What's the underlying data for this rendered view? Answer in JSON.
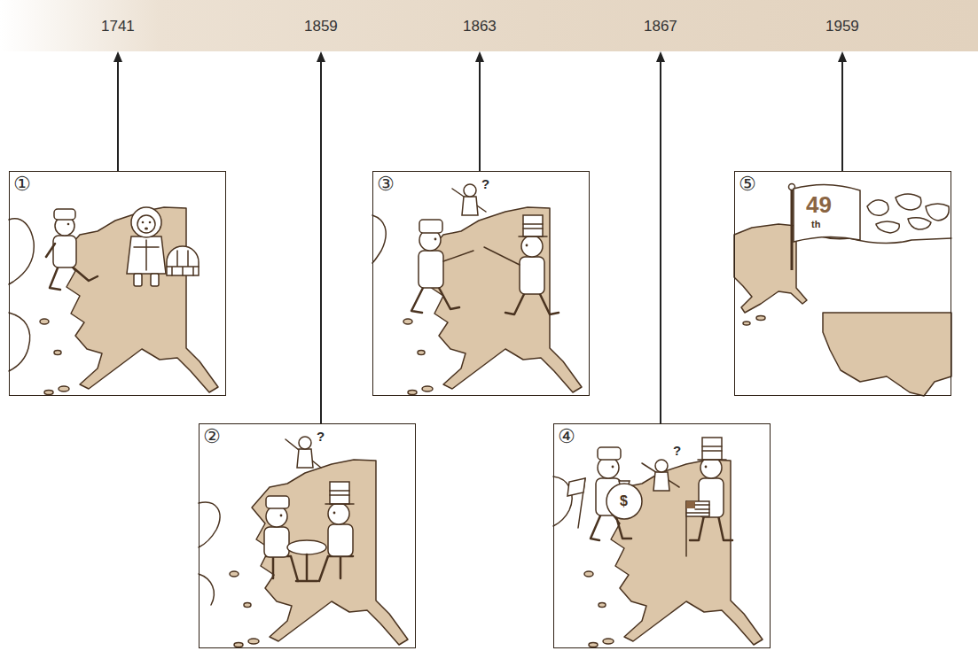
{
  "diagram": {
    "nodes": [
      {
        "text": [
          "1741",
          "1859",
          "1863",
          "1867",
          "1959"
        ]
      },
      {
        "text": [
          "①"
        ]
      },
      {
        "text": [
          "②",
          "?"
        ]
      },
      {
        "text": [
          "③",
          "?"
        ]
      },
      {
        "text": [
          "④",
          "?",
          "$"
        ]
      },
      {
        "text": [
          "⑤",
          "49",
          "th"
        ]
      }
    ],
    "edges": [
      {
        "from": 1,
        "to": 0,
        "arrow": "to"
      },
      {
        "from": 2,
        "to": 0,
        "arrow": "to"
      },
      {
        "from": 3,
        "to": 0,
        "arrow": "to"
      },
      {
        "from": 4,
        "to": 0,
        "arrow": "to"
      },
      {
        "from": 5,
        "to": 0,
        "arrow": "to"
      }
    ]
  }
}
